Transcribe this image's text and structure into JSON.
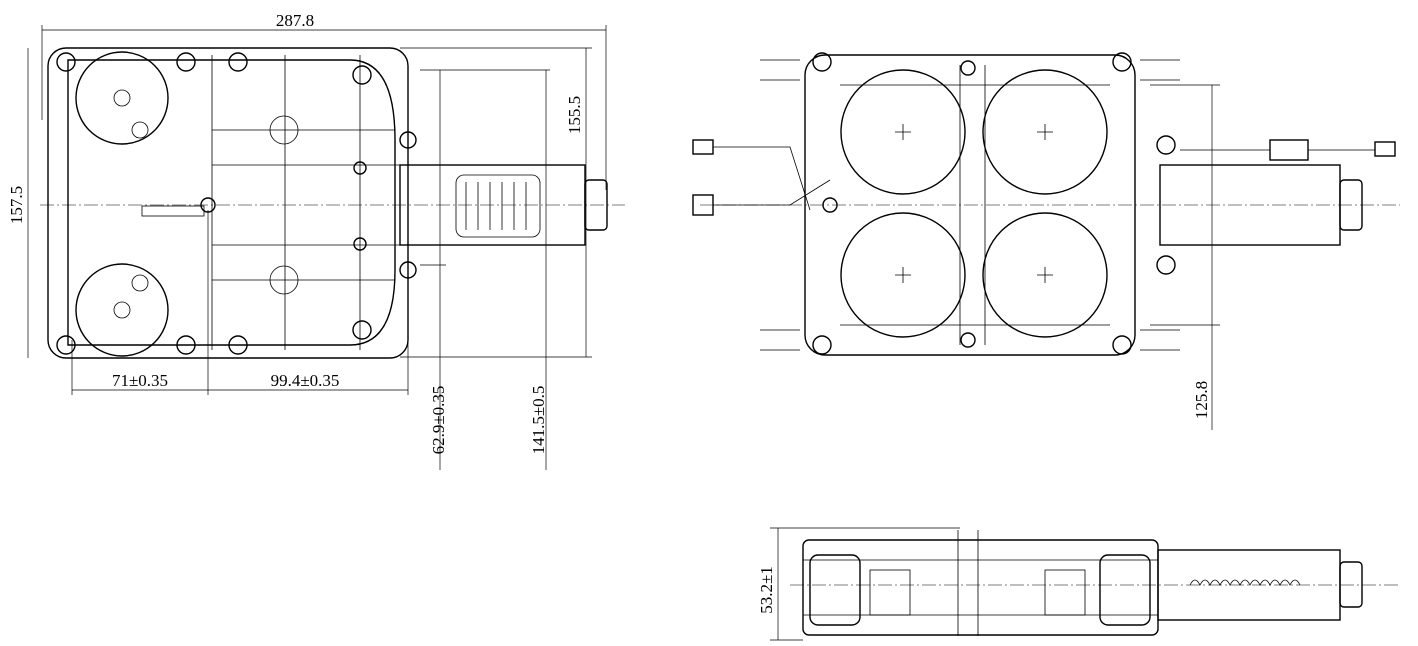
{
  "dimensions": {
    "overall_length": "287.8",
    "overall_height_left": "157.5",
    "height_inner": "155.5",
    "pitch_a": "71±0.35",
    "pitch_b": "99.4±0.35",
    "offset_a": "62.9±0.35",
    "offset_b": "141.5±0.5",
    "rear_height": "125.8",
    "side_thickness": "53.2±1"
  },
  "colors": {
    "line": "#000000",
    "tolerance_accent": "#1f4fa0"
  }
}
